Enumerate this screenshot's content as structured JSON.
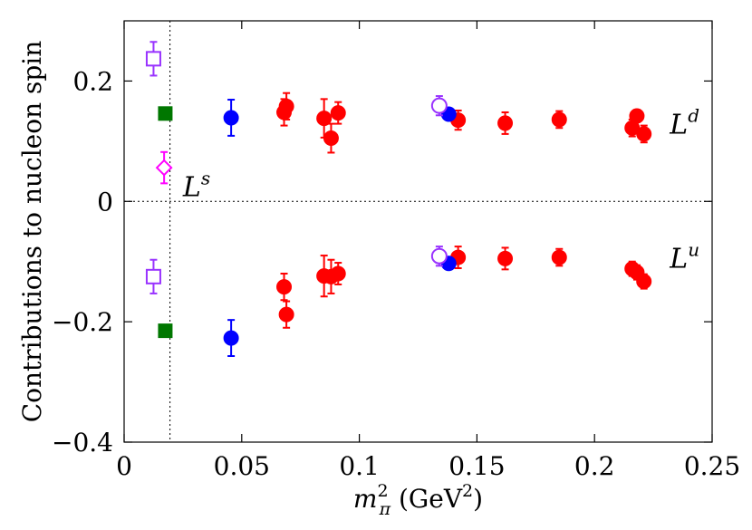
{
  "chart_data": {
    "type": "scatter",
    "title": "",
    "xlabel": "m_π^2 (GeV^2)",
    "xlabel_parts": {
      "symbol": "m",
      "sub": "π",
      "sup": "2",
      "unit_open": " (GeV",
      "unit_sup": "2",
      "unit_close": ")"
    },
    "ylabel": "Contributions to nucleon spin",
    "xlim": [
      0,
      0.25
    ],
    "ylim": [
      -0.4,
      0.3
    ],
    "xticks": [
      0,
      0.05,
      0.1,
      0.15,
      0.2,
      0.25
    ],
    "xtick_labels": [
      "0",
      "0.05",
      "0.1",
      "0.15",
      "0.2",
      "0.25"
    ],
    "yticks": [
      -0.4,
      -0.2,
      0,
      0.2
    ],
    "ytick_labels": [
      "−0.4",
      "−0.2",
      "0",
      "0.2"
    ],
    "grid": false,
    "reference_lines": [
      {
        "orientation": "horizontal",
        "value": 0,
        "style": "dotted"
      },
      {
        "orientation": "vertical",
        "value": 0.0195,
        "style": "dotted"
      }
    ],
    "annotations": [
      {
        "text": "L",
        "sup": "d",
        "x": 0.232,
        "y": 0.128
      },
      {
        "text": "L",
        "sup": "u",
        "x": 0.232,
        "y": -0.095
      },
      {
        "text": "L",
        "sup": "s",
        "x": 0.025,
        "y": 0.024
      }
    ],
    "series": [
      {
        "marker": "filled-circle",
        "color": "#ff0000",
        "points": [
          {
            "x": 0.068,
            "y": 0.148,
            "err": 0.022
          },
          {
            "x": 0.069,
            "y": 0.158,
            "err": 0.022
          },
          {
            "x": 0.085,
            "y": 0.138,
            "err": 0.032
          },
          {
            "x": 0.088,
            "y": 0.105,
            "err": 0.024
          },
          {
            "x": 0.091,
            "y": 0.147,
            "err": 0.018
          },
          {
            "x": 0.142,
            "y": 0.135,
            "err": 0.016
          },
          {
            "x": 0.162,
            "y": 0.13,
            "err": 0.018
          },
          {
            "x": 0.185,
            "y": 0.136,
            "err": 0.014
          },
          {
            "x": 0.216,
            "y": 0.122,
            "err": 0.014
          },
          {
            "x": 0.218,
            "y": 0.142,
            "err": 0.01
          },
          {
            "x": 0.221,
            "y": 0.112,
            "err": 0.014
          },
          {
            "x": 0.068,
            "y": -0.142,
            "err": 0.022
          },
          {
            "x": 0.069,
            "y": -0.188,
            "err": 0.022
          },
          {
            "x": 0.085,
            "y": -0.124,
            "err": 0.034
          },
          {
            "x": 0.088,
            "y": -0.125,
            "err": 0.028
          },
          {
            "x": 0.091,
            "y": -0.12,
            "err": 0.018
          },
          {
            "x": 0.142,
            "y": -0.093,
            "err": 0.018
          },
          {
            "x": 0.162,
            "y": -0.095,
            "err": 0.018
          },
          {
            "x": 0.185,
            "y": -0.093,
            "err": 0.014
          },
          {
            "x": 0.216,
            "y": -0.112,
            "err": 0.012
          },
          {
            "x": 0.218,
            "y": -0.118,
            "err": 0.012
          },
          {
            "x": 0.221,
            "y": -0.133,
            "err": 0.012
          }
        ]
      },
      {
        "marker": "filled-circle",
        "color": "#0000ff",
        "points": [
          {
            "x": 0.0455,
            "y": 0.139,
            "err": 0.03
          },
          {
            "x": 0.138,
            "y": 0.145,
            "err": 0
          },
          {
            "x": 0.0455,
            "y": -0.227,
            "err": 0.03
          },
          {
            "x": 0.138,
            "y": -0.103,
            "err": 0
          }
        ]
      },
      {
        "marker": "open-circle",
        "color": "#9933ff",
        "points": [
          {
            "x": 0.134,
            "y": 0.159,
            "err": 0.016
          },
          {
            "x": 0.134,
            "y": -0.091,
            "err": 0.016
          }
        ]
      },
      {
        "marker": "filled-square",
        "color": "#007700",
        "points": [
          {
            "x": 0.0175,
            "y": 0.146,
            "err": 0
          },
          {
            "x": 0.0175,
            "y": -0.215,
            "err": 0
          }
        ]
      },
      {
        "marker": "open-square",
        "color": "#9933ff",
        "points": [
          {
            "x": 0.0125,
            "y": 0.237,
            "err": 0.028
          },
          {
            "x": 0.0125,
            "y": -0.125,
            "err": 0.028
          }
        ]
      },
      {
        "marker": "open-diamond",
        "color": "#ff00ff",
        "points": [
          {
            "x": 0.017,
            "y": 0.056,
            "err": 0.026
          }
        ]
      }
    ]
  }
}
